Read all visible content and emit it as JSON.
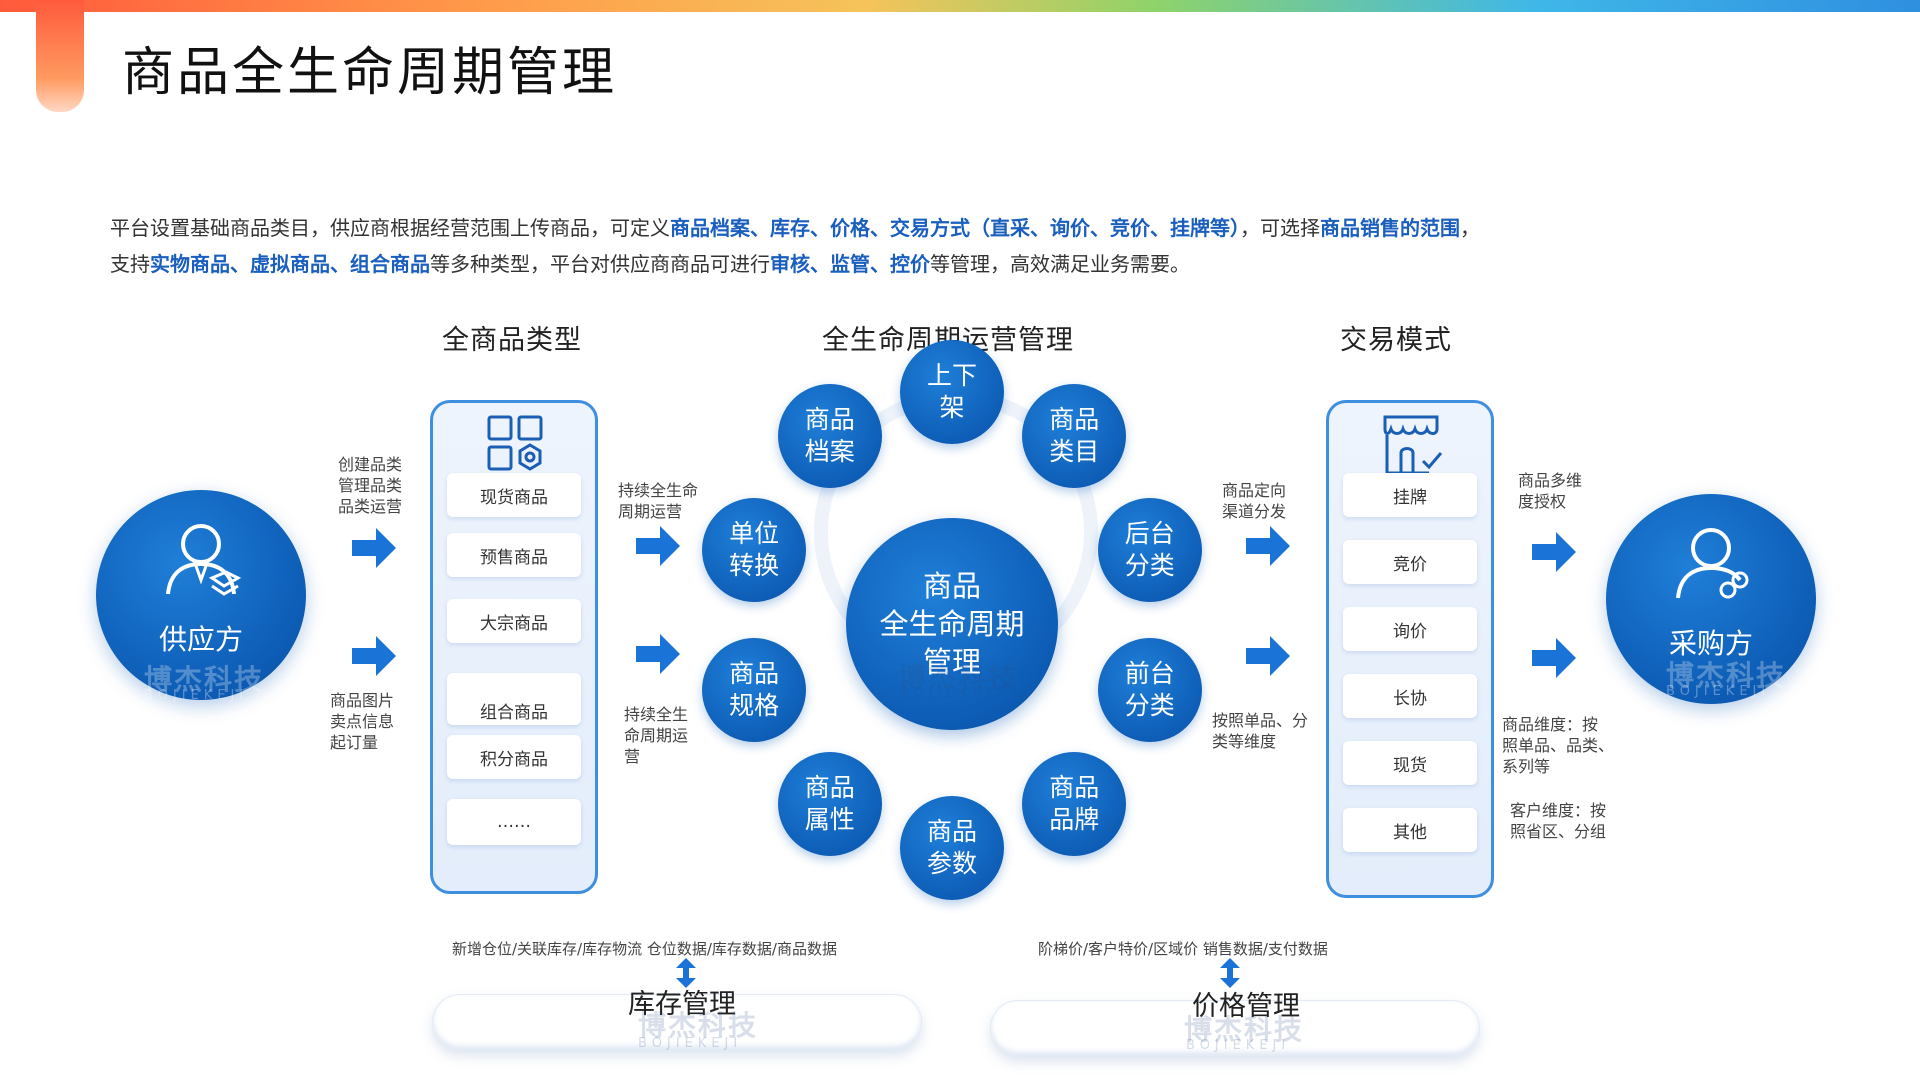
{
  "page": {
    "title": "商品全生命周期管理"
  },
  "intro": {
    "line1": [
      {
        "text": "平台设置基础商品类目，供应商根据经营范围上传商品，可定义",
        "hl": false
      },
      {
        "text": "商品档案、库存、价格、交易方式（直采、询价、竞价、挂牌等）",
        "hl": true
      },
      {
        "text": "，可选择",
        "hl": false
      },
      {
        "text": "商品销售的范围",
        "hl": true
      },
      {
        "text": "，",
        "hl": false
      }
    ],
    "line2": [
      {
        "text": "支持",
        "hl": false
      },
      {
        "text": "实物商品、虚拟商品、组合商品",
        "hl": true
      },
      {
        "text": "等多种类型，平台对供应商商品可进行",
        "hl": false
      },
      {
        "text": "审核、监管、控价",
        "hl": true
      },
      {
        "text": "等管理，高效满足业务需要。",
        "hl": false
      }
    ]
  },
  "sections": {
    "types": "全商品类型",
    "lifecycle": "全生命周期运营管理",
    "trade": "交易模式"
  },
  "supplier": {
    "label": "供应方",
    "note_top": [
      "创建品类",
      "管理品类",
      "品类运营"
    ],
    "note_bottom": [
      "商品图片",
      "卖点信息",
      "起订量"
    ]
  },
  "buyer": {
    "label": "采购方",
    "note_top": [
      "商品多维",
      "度授权"
    ],
    "note_mid": [
      "商品维度：按",
      "照单品、品类、",
      "系列等"
    ],
    "note_bottom": [
      "客户维度：按",
      "照省区、分组"
    ]
  },
  "product_types": [
    "现货商品",
    "预售商品",
    "大宗商品",
    "",
    "组合商品",
    "积分商品",
    "……"
  ],
  "lifecycle_notes": {
    "top": [
      "持续全生命",
      "周期运营"
    ],
    "bottom": [
      "持续全生",
      "命周期运",
      "营"
    ]
  },
  "center": [
    "商品",
    "全生命周期",
    "管理"
  ],
  "bubbles": [
    [
      "上下",
      "架"
    ],
    [
      "商品",
      "类目"
    ],
    [
      "后台",
      "分类"
    ],
    [
      "前台",
      "分类"
    ],
    [
      "商品",
      "品牌"
    ],
    [
      "商品",
      "参数"
    ],
    [
      "商品",
      "属性"
    ],
    [
      "商品",
      "规格"
    ],
    [
      "单位",
      "转换"
    ],
    [
      "商品",
      "档案"
    ]
  ],
  "trade_notes": {
    "top": [
      "商品定向",
      "渠道分发"
    ],
    "bottom": [
      "按照单品、分",
      "类等维度"
    ]
  },
  "trade_modes": [
    "挂牌",
    "竞价",
    "询价",
    "长协",
    "现货",
    "其他"
  ],
  "inventory": {
    "caption": "新增仓位/关联库存/库存物流  仓位数据/库存数据/商品数据",
    "label": "库存管理"
  },
  "pricing": {
    "caption": "阶梯价/客户特价/区域价  销售数据/支付数据",
    "label": "价格管理"
  },
  "watermark": {
    "cn": "博杰科技",
    "en": "BOJIEKEJI"
  },
  "colors": {
    "primary": "#0d5cb5",
    "accent_text": "#1b5fbe",
    "panel_border": "#3e8fe0",
    "arrow": "#1a73d6"
  },
  "icons": {
    "supplier": "person-tie-icon",
    "buyer": "person-link-icon",
    "types_panel": "grid-settings-icon",
    "trade_panel": "storefront-icon",
    "arrow": "arrow-right-icon",
    "updown": "up-down-arrow-icon"
  }
}
